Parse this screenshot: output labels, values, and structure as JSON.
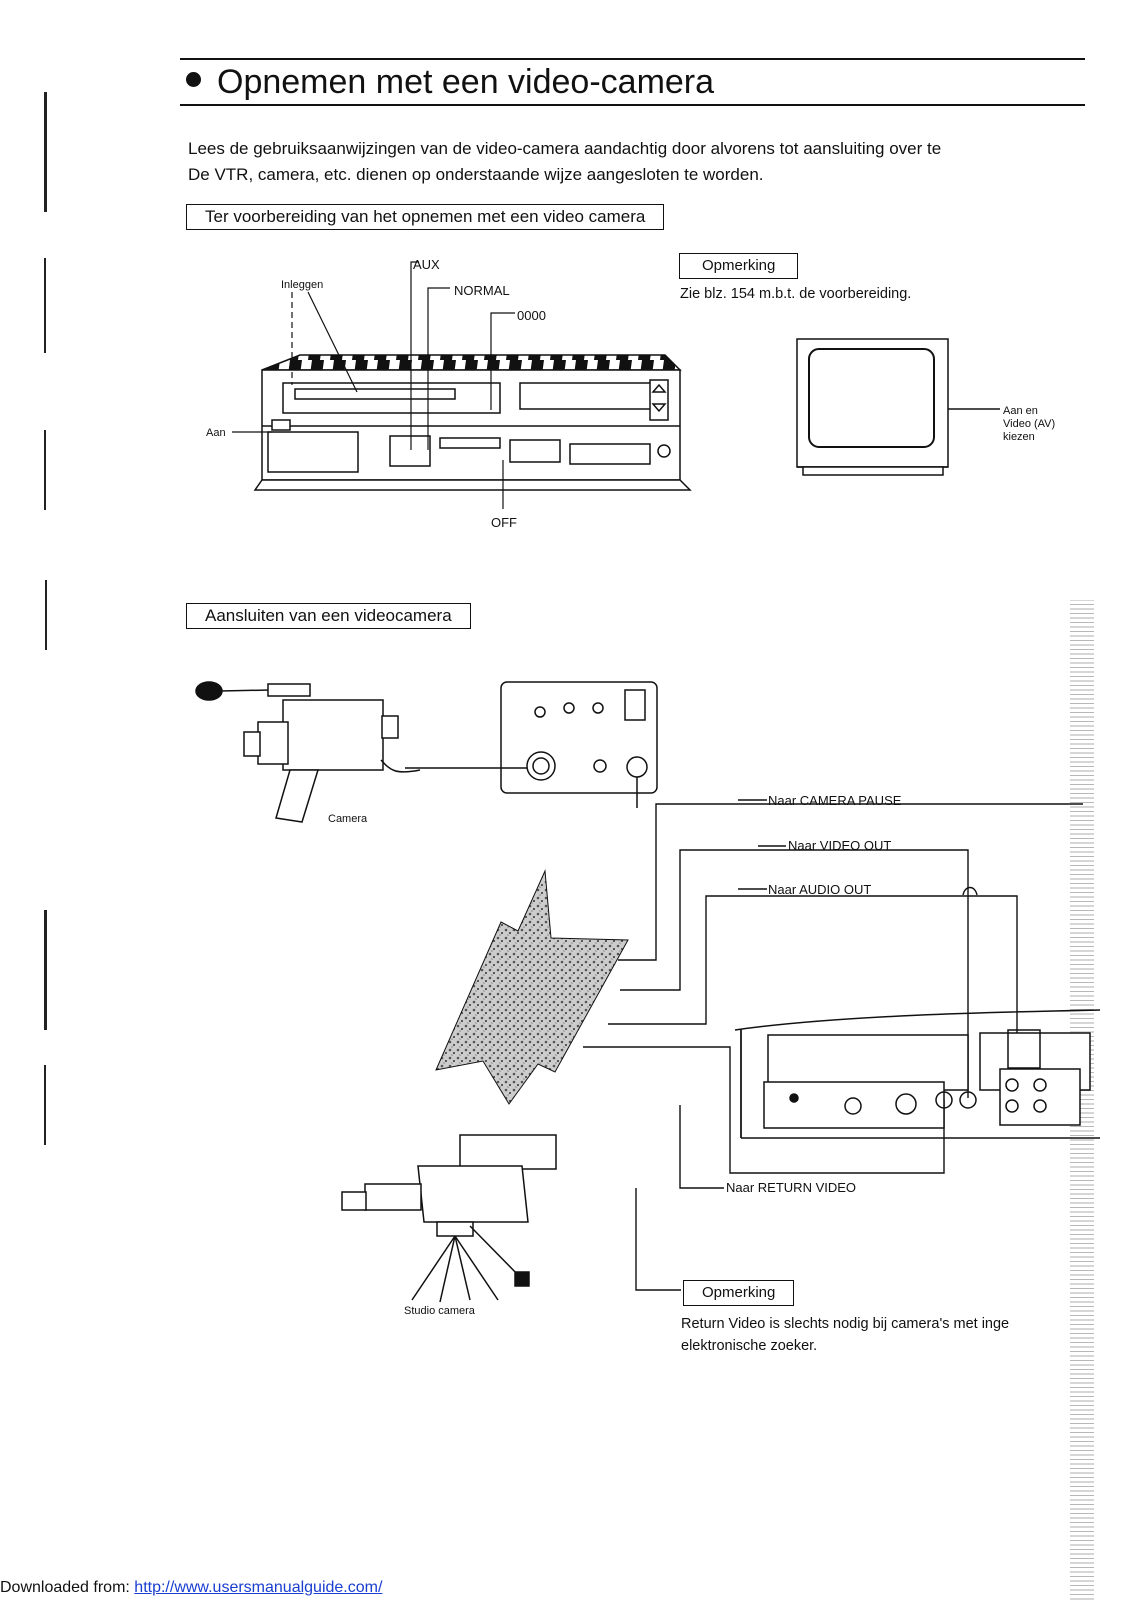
{
  "page": {
    "title": "Opnemen met een video-camera",
    "intro": [
      "Lees de gebruiksaanwijzingen van de video-camera aandachtig door alvorens tot aansluiting  over te",
      "De VTR, camera, etc. dienen op onderstaande wijze aangesloten te worden."
    ]
  },
  "section1": {
    "heading": "Ter voorbereiding van het opnemen met een video camera",
    "labels": {
      "aux": "AUX",
      "normal": "NORMAL",
      "counter": "0000",
      "insert": "Inleggen",
      "on": "Aan",
      "off": "OFF",
      "tv": [
        "Aan en",
        "Video (AV)",
        "kiezen"
      ]
    },
    "note_heading": "Opmerking",
    "note_text": "Zie blz. 154 m.b.t. de voorbereiding."
  },
  "section2": {
    "heading": "Aansluiten van een videocamera",
    "camera_label": "Camera",
    "studio_camera_label": "Studio camera",
    "connections": {
      "camera_pause": "Naar CAMERA PAUSE",
      "video_out": "Naar VIDEO OUT",
      "audio_out": "Naar AUDIO OUT",
      "return_video": "Naar RETURN VIDEO"
    },
    "note_heading": "Opmerking",
    "note_text": [
      "Return Video is slechts nodig bij camera's met inge",
      "elektronische zoeker."
    ]
  },
  "footer": {
    "prefix": "Downloaded from: ",
    "link": "http://www.usersmanualguide.com/"
  },
  "colors": {
    "ink": "#111111",
    "link": "#1a3ed0",
    "paper": "#ffffff"
  }
}
